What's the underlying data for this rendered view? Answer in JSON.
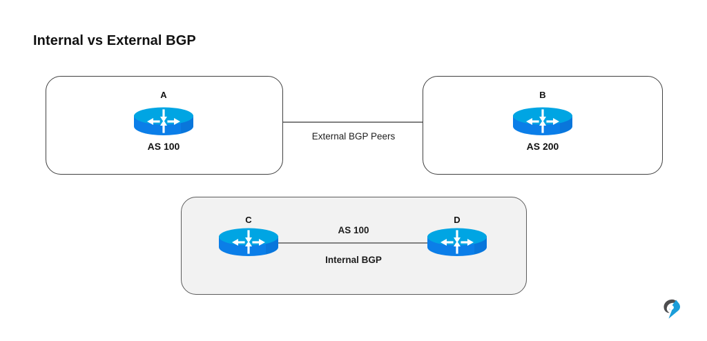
{
  "page": {
    "title": "Internal vs External BGP",
    "background_color": "#ffffff"
  },
  "colors": {
    "router_top": "#00a5e3",
    "router_body": "#0b7ee8",
    "router_side_shadow": "#0a6fd0",
    "arrow": "#ffffff",
    "box_border": "#3f3f3f",
    "box_fill": "#ffffff",
    "shaded_box_fill": "#f2f2f2",
    "link_line": "#808080",
    "text": "#111111",
    "logo_dark": "#4d4d4f",
    "logo_blue": "#1b9dd9"
  },
  "diagram": {
    "type": "network-topology",
    "boxes": [
      {
        "id": "as100-external",
        "name": "autonomous-system-box-a",
        "fill": "white",
        "routers": [
          "A"
        ],
        "as_label": "AS 100"
      },
      {
        "id": "as200-external",
        "name": "autonomous-system-box-b",
        "fill": "white",
        "routers": [
          "B"
        ],
        "as_label": "AS 200"
      },
      {
        "id": "as100-internal",
        "name": "autonomous-system-box-cd",
        "fill": "shaded",
        "routers": [
          "C",
          "D"
        ],
        "as_label": "AS 100"
      }
    ],
    "routers": [
      {
        "id": "A",
        "label": "A",
        "as_label": "AS 100",
        "icon": "router-icon"
      },
      {
        "id": "B",
        "label": "B",
        "as_label": "AS 200",
        "icon": "router-icon"
      },
      {
        "id": "C",
        "label": "C",
        "as_label": "",
        "icon": "router-icon"
      },
      {
        "id": "D",
        "label": "D",
        "as_label": "",
        "icon": "router-icon"
      }
    ],
    "links": [
      {
        "id": "ebgp",
        "from": "A",
        "to": "B",
        "label_above": "",
        "label_center": "External BGP Peers",
        "label_below": "",
        "style": "solid"
      },
      {
        "id": "ibgp",
        "from": "C",
        "to": "D",
        "label_above": "AS 100",
        "label_center": "",
        "label_below": "Internal BGP",
        "style": "solid"
      }
    ]
  },
  "labels": {
    "router_a": "A",
    "router_b": "B",
    "router_c": "C",
    "router_d": "D",
    "as_100_left": "AS 100",
    "as_200_right": "AS 200",
    "external_bgp_peers": "External BGP Peers",
    "as_100_internal": "AS 100",
    "internal_bgp": "Internal BGP"
  },
  "logo": {
    "name": "brand-logo",
    "alt": "company logo"
  }
}
